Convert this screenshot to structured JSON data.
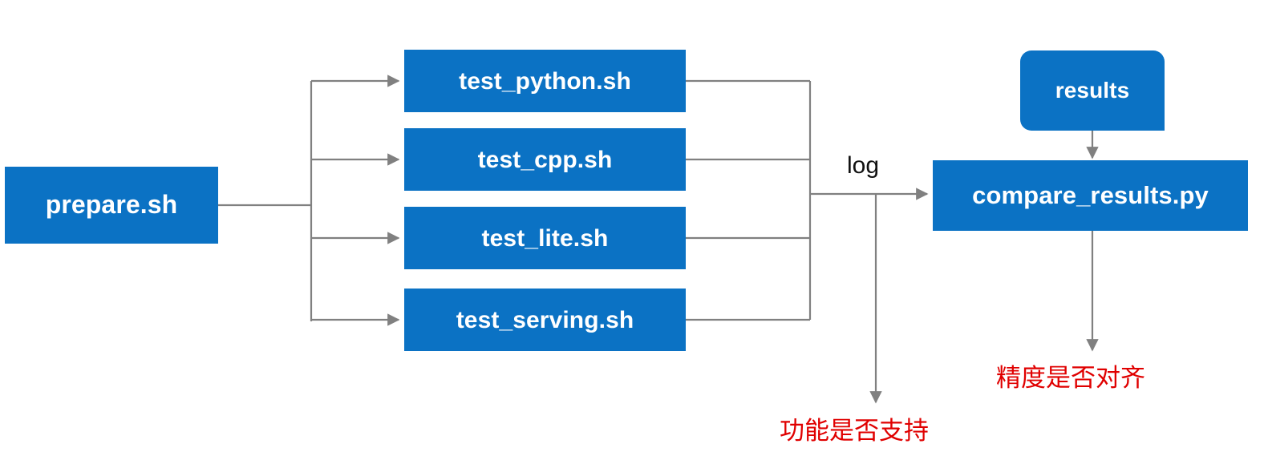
{
  "diagram": {
    "title": "test pipeline flow",
    "background": "#ffffff",
    "node_fill": "#0b72c4",
    "node_text_color": "#ffffff",
    "edge_color": "#808080",
    "annotation_color": "#e00000",
    "label_color": "#111111"
  },
  "nodes": {
    "prepare": {
      "label": "prepare.sh",
      "shape": "rectangle"
    },
    "test_python": {
      "label": "test_python.sh",
      "shape": "rectangle"
    },
    "test_cpp": {
      "label": "test_cpp.sh",
      "shape": "rectangle"
    },
    "test_lite": {
      "label": "test_lite.sh",
      "shape": "rectangle"
    },
    "test_serving": {
      "label": "test_serving.sh",
      "shape": "rectangle"
    },
    "results": {
      "label": "results",
      "shape": "document-rounded"
    },
    "compare": {
      "label": "compare_results.py",
      "shape": "rectangle"
    }
  },
  "edge_labels": {
    "log": "log"
  },
  "annotations": {
    "function_supported": "功能是否支持",
    "accuracy_aligned": "精度是否对齐"
  },
  "edges": [
    {
      "from": "prepare",
      "to": "test_python",
      "label": ""
    },
    {
      "from": "prepare",
      "to": "test_cpp",
      "label": ""
    },
    {
      "from": "prepare",
      "to": "test_lite",
      "label": ""
    },
    {
      "from": "prepare",
      "to": "test_serving",
      "label": ""
    },
    {
      "from": "test_python",
      "to": "compare",
      "label": "log"
    },
    {
      "from": "test_cpp",
      "to": "compare",
      "label": "log"
    },
    {
      "from": "test_lite",
      "to": "compare",
      "label": "log"
    },
    {
      "from": "test_serving",
      "to": "compare",
      "label": "log"
    },
    {
      "from": "log-junction",
      "to": "function_supported",
      "label": ""
    },
    {
      "from": "results",
      "to": "compare",
      "label": ""
    },
    {
      "from": "compare",
      "to": "accuracy_aligned",
      "label": ""
    }
  ]
}
